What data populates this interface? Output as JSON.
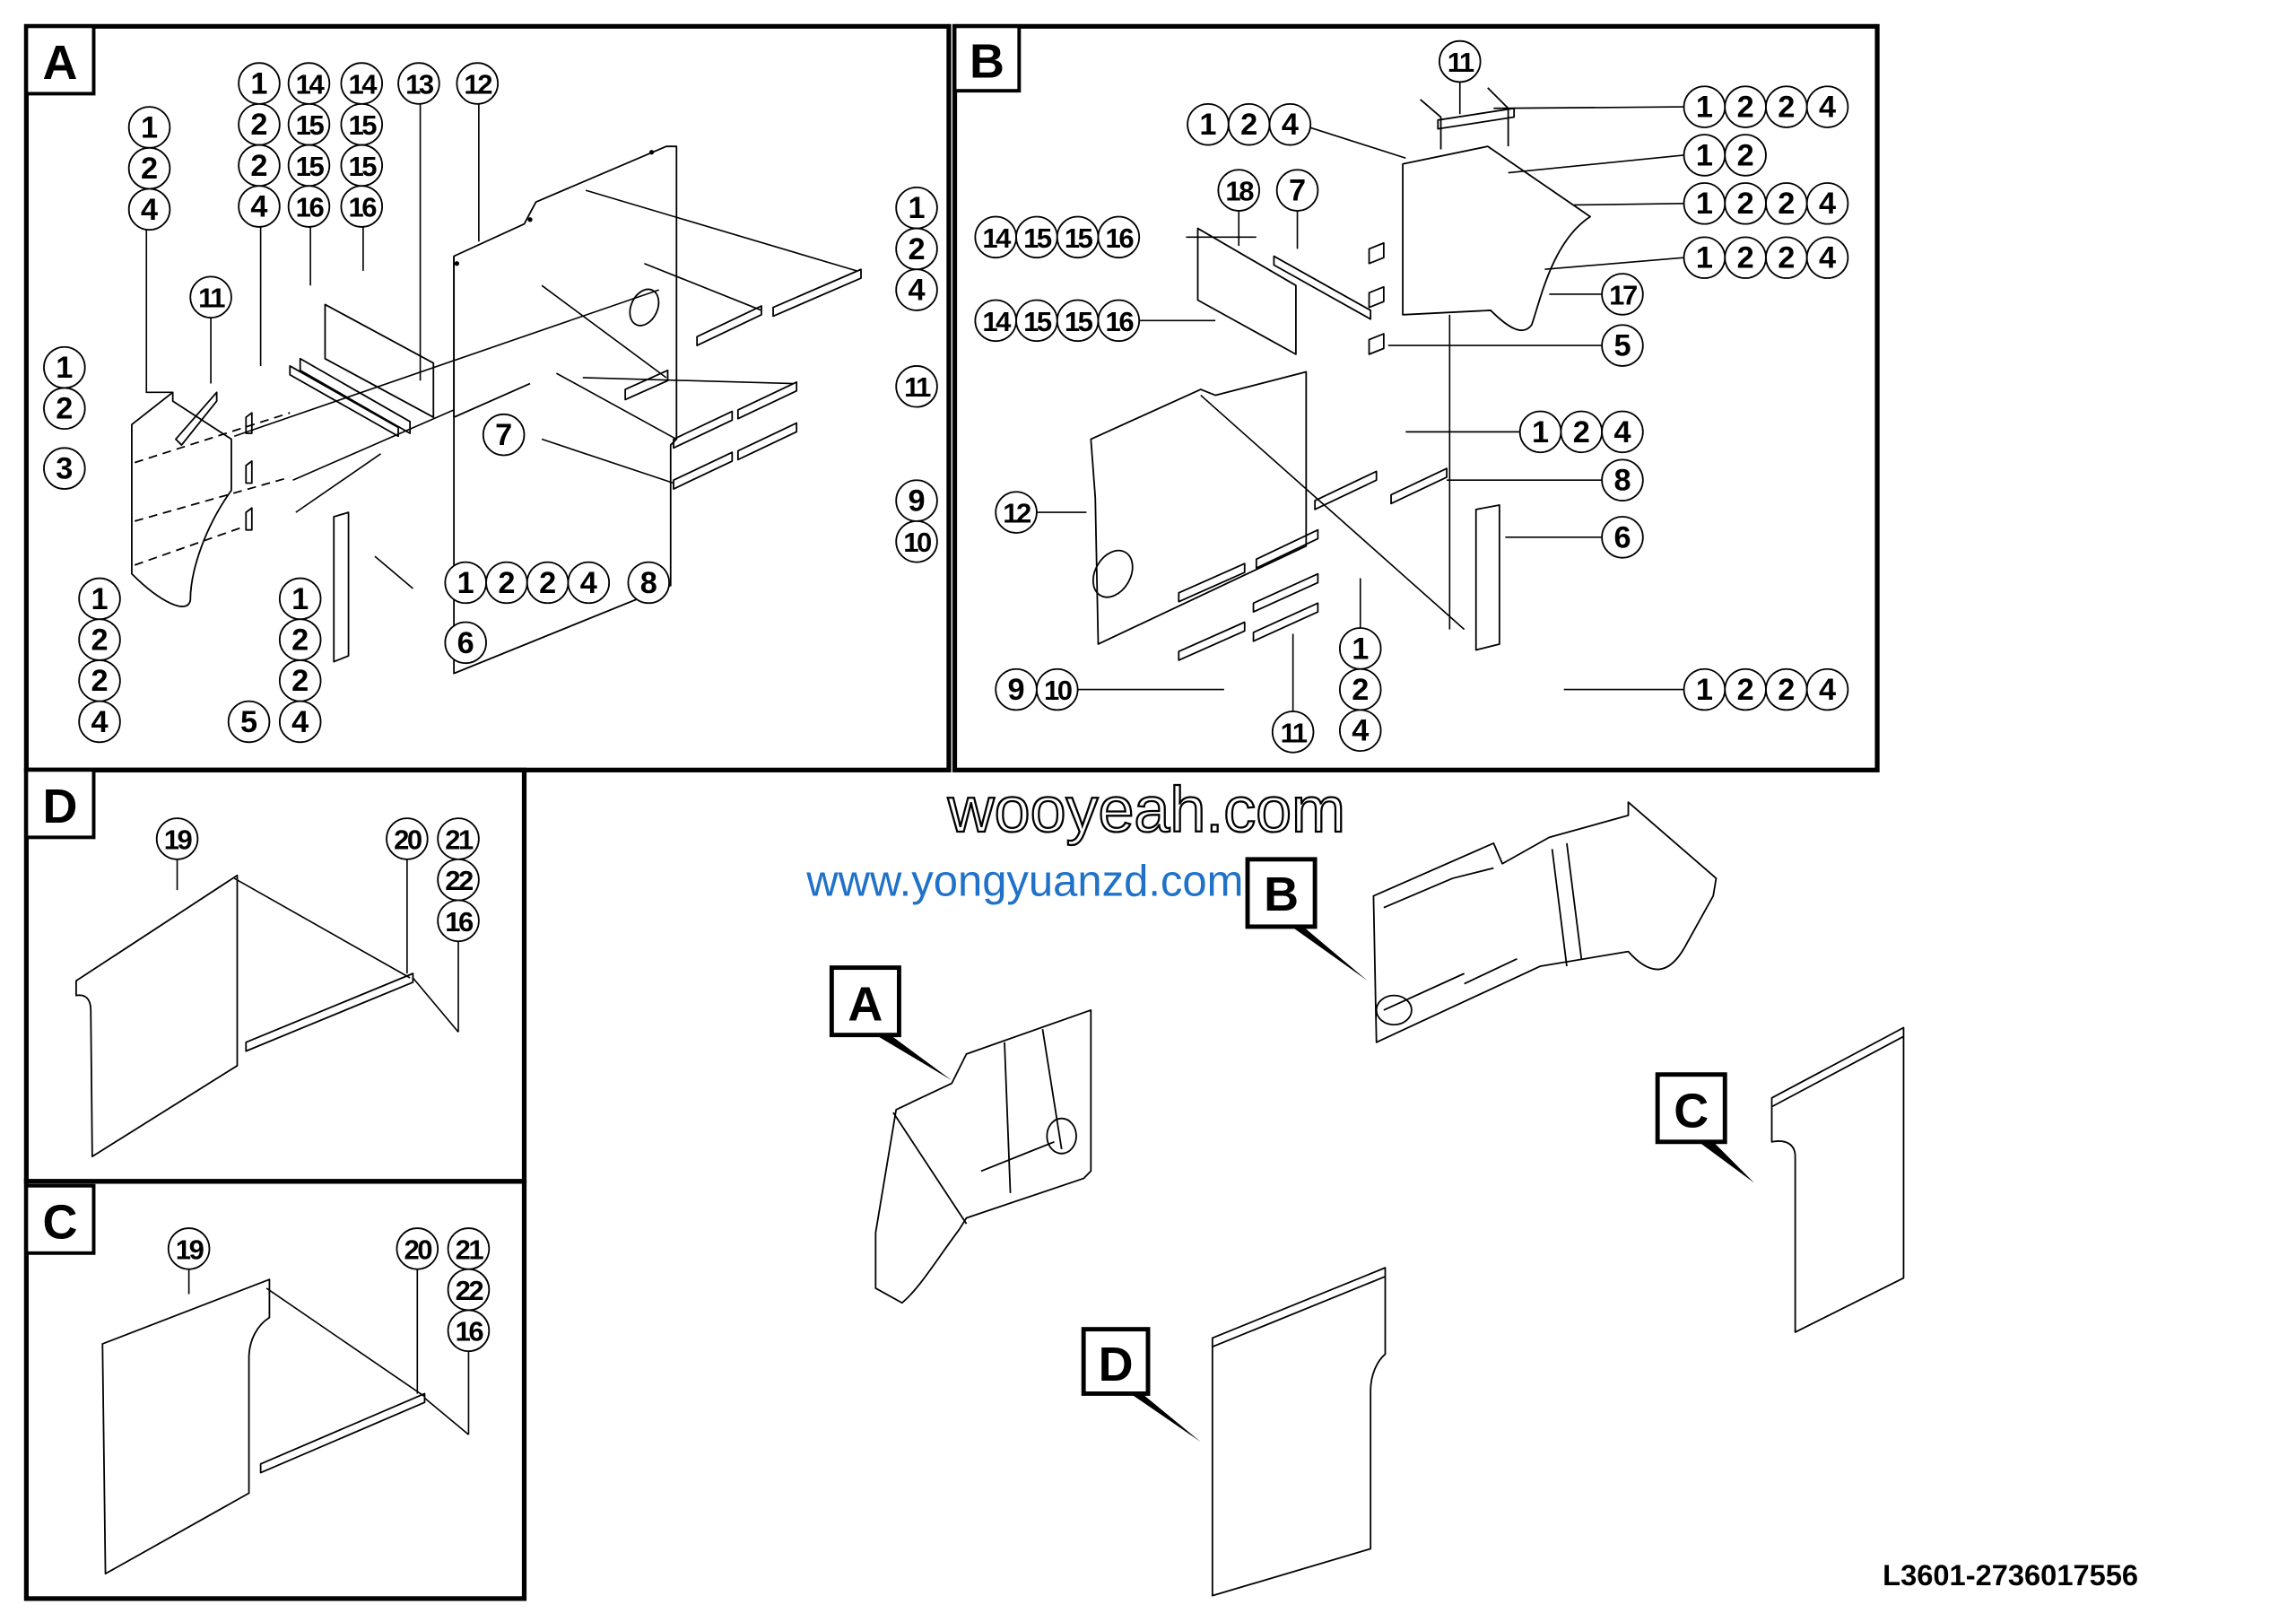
{
  "document": {
    "drawing_code": "L3601-2736017556",
    "watermarks": [
      "wooyeah.com",
      "www.yongyuanzd.com"
    ],
    "watermark_color": "#1f72c8"
  },
  "panels": {
    "A": {
      "label": "A",
      "callouts": [
        [
          "1",
          "2",
          "4"
        ],
        [
          "1",
          "2",
          "2",
          "4"
        ],
        [
          "14",
          "15",
          "15",
          "16"
        ],
        [
          "14",
          "15",
          "15",
          "16"
        ],
        [
          "13"
        ],
        [
          "12"
        ],
        [
          "11"
        ],
        [
          "1",
          "2"
        ],
        [
          "3"
        ],
        [
          "7"
        ],
        [
          "1",
          "2",
          "4"
        ],
        [
          "11"
        ],
        [
          "9",
          "10"
        ],
        [
          "8"
        ],
        [
          "1",
          "2",
          "2",
          "4"
        ],
        [
          "6"
        ],
        [
          "1",
          "2",
          "2",
          "4"
        ],
        [
          "5"
        ],
        [
          "1",
          "2",
          "2",
          "4"
        ]
      ]
    },
    "B": {
      "label": "B",
      "callouts": [
        [
          "11"
        ],
        [
          "1",
          "2",
          "4"
        ],
        [
          "1",
          "2",
          "2",
          "4"
        ],
        [
          "1",
          "2"
        ],
        [
          "1",
          "2",
          "2",
          "4"
        ],
        [
          "1",
          "2",
          "2",
          "4"
        ],
        [
          "18"
        ],
        [
          "7"
        ],
        [
          "14",
          "15",
          "15",
          "16"
        ],
        [
          "14",
          "15",
          "15",
          "16"
        ],
        [
          "17"
        ],
        [
          "5"
        ],
        [
          "1",
          "2",
          "4"
        ],
        [
          "8"
        ],
        [
          "6"
        ],
        [
          "12"
        ],
        [
          "9",
          "10"
        ],
        [
          "11"
        ],
        [
          "1",
          "2",
          "4"
        ],
        [
          "1",
          "2",
          "2",
          "4"
        ]
      ]
    },
    "D": {
      "label": "D",
      "callouts": [
        [
          "19"
        ],
        [
          "20"
        ],
        [
          "21",
          "22",
          "16"
        ]
      ]
    },
    "C": {
      "label": "C",
      "callouts": [
        [
          "19"
        ],
        [
          "20"
        ],
        [
          "21",
          "22",
          "16"
        ]
      ]
    }
  },
  "overview": {
    "labels": [
      "A",
      "B",
      "C",
      "D"
    ]
  }
}
